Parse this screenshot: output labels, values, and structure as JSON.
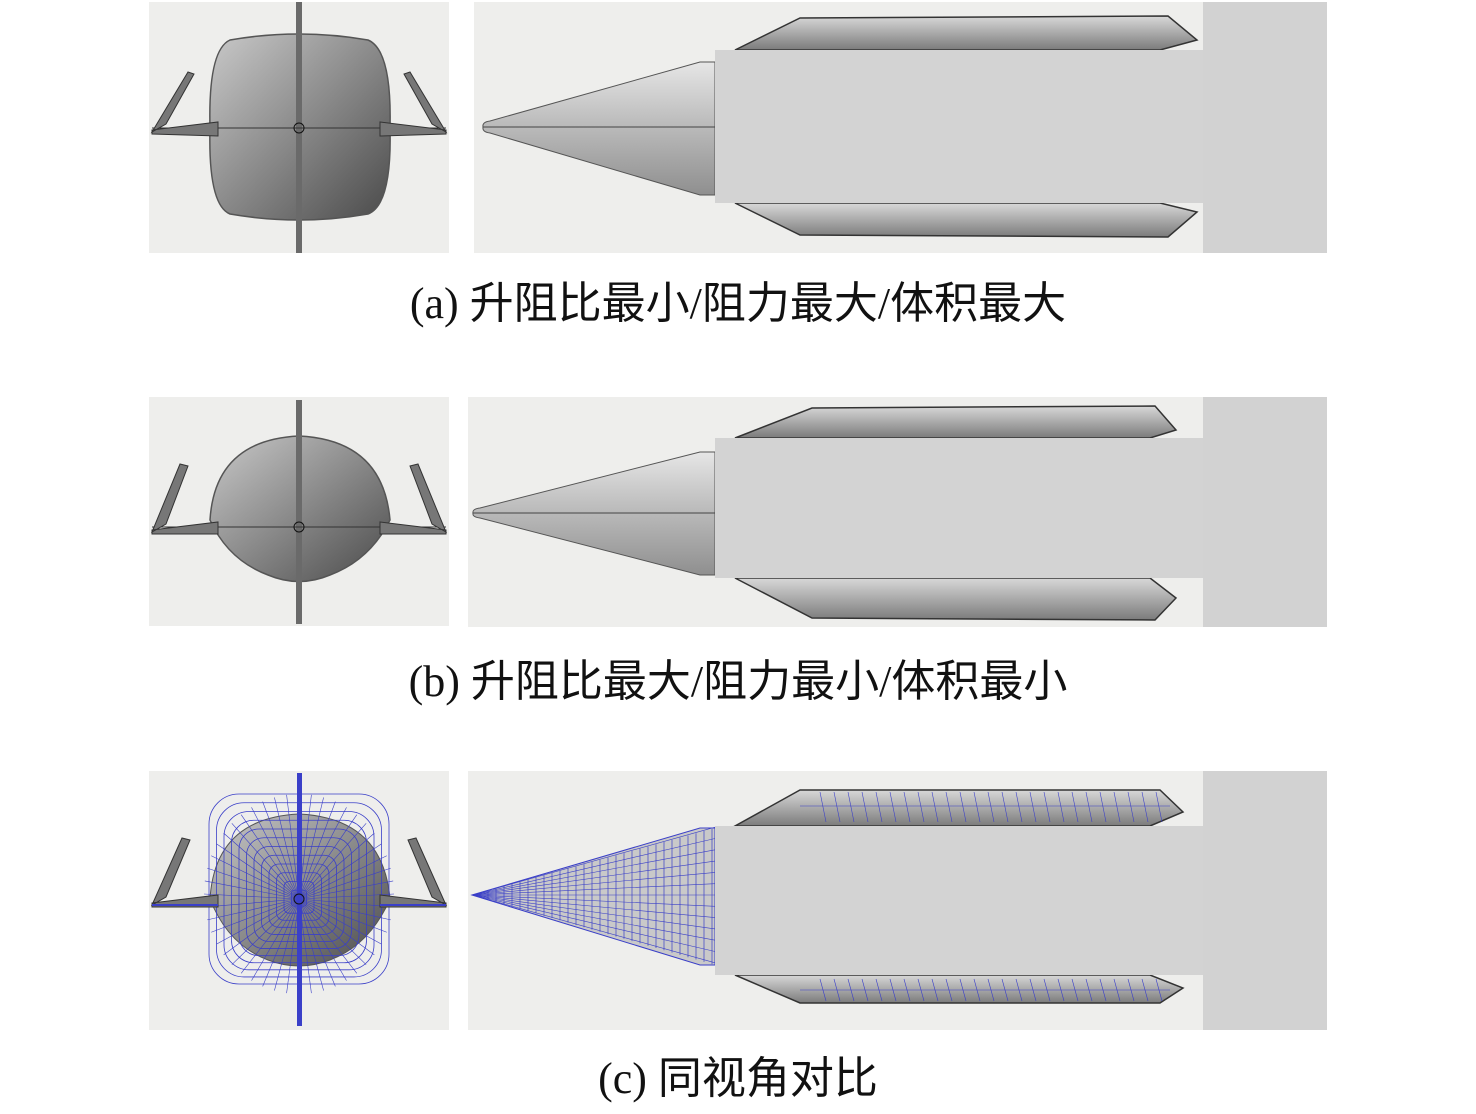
{
  "figure": {
    "rows": [
      {
        "id": "a",
        "caption": "(a) 升阻比最小/阻力最大/体积最大"
      },
      {
        "id": "b",
        "caption": "(b) 升阻比最大/阻力最小/体积最小"
      },
      {
        "id": "c",
        "caption": "(c) 同视角对比"
      }
    ],
    "colors": {
      "panel_bg": "#eeeeec",
      "body_gray": "#d3d3d3",
      "mesh_blue": "#3a3fc8",
      "outline": "#333333"
    }
  }
}
